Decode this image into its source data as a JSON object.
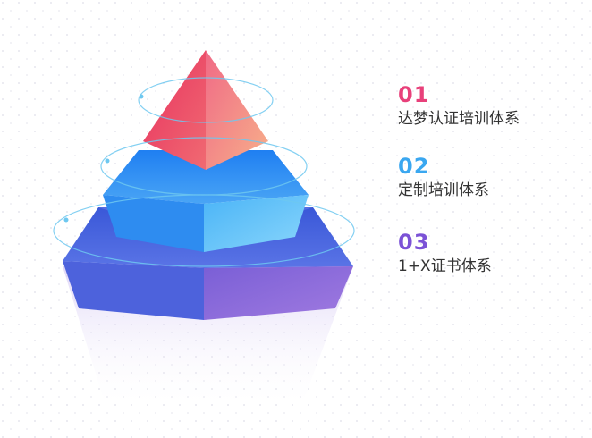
{
  "tiers": [
    {
      "number": "01",
      "title": "达梦认证培训体系",
      "color": "#e8407a"
    },
    {
      "number": "02",
      "title": "定制培训体系",
      "color": "#3aa7f0"
    },
    {
      "number": "03",
      "title": "1+X证书体系",
      "color": "#7b52d6"
    }
  ],
  "colors": {
    "tier1_top": "#f0506e",
    "tier1_side": "#f39a8a",
    "tier2_top": "#2e8ff0",
    "tier2_side": "#6cc8f7",
    "tier3_top": "#4a5fd6",
    "tier3_side": "#8a70d8",
    "ring": "#6ec8f0",
    "text": "#333333"
  }
}
